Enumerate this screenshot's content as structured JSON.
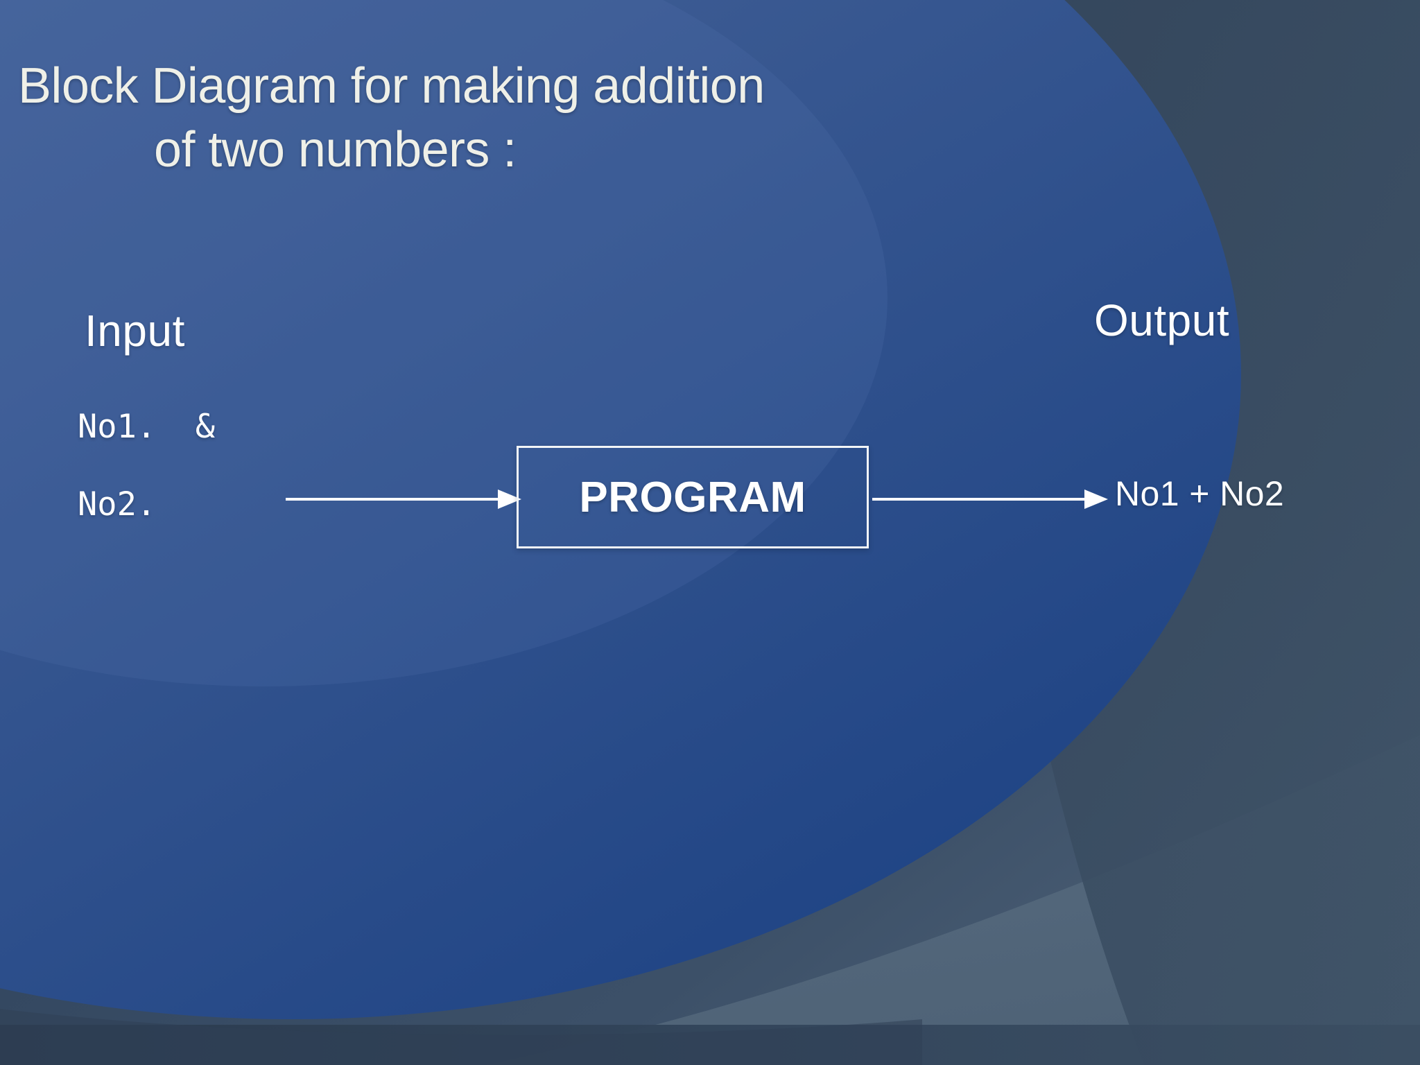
{
  "slide": {
    "title_line1": "Block Diagram for making addition",
    "title_line2": "of two numbers :",
    "colors": {
      "background_dark": "#33475f",
      "background_ellipse": "#3d6197",
      "background_wedge": "#5a6d80",
      "title_text": "#eff0e8",
      "body_text": "#ffffff",
      "box_border": "#f3f5f7",
      "arrow": "#ffffff"
    }
  },
  "diagram": {
    "input_heading": "Input",
    "input_line1": "No1.  &",
    "input_line2": "No2.",
    "process_box_label": "PROGRAM",
    "output_heading": "Output",
    "output_value": "No1 + No2",
    "arrow_in_name": "arrow-input-to-program",
    "arrow_out_name": "arrow-program-to-output"
  }
}
